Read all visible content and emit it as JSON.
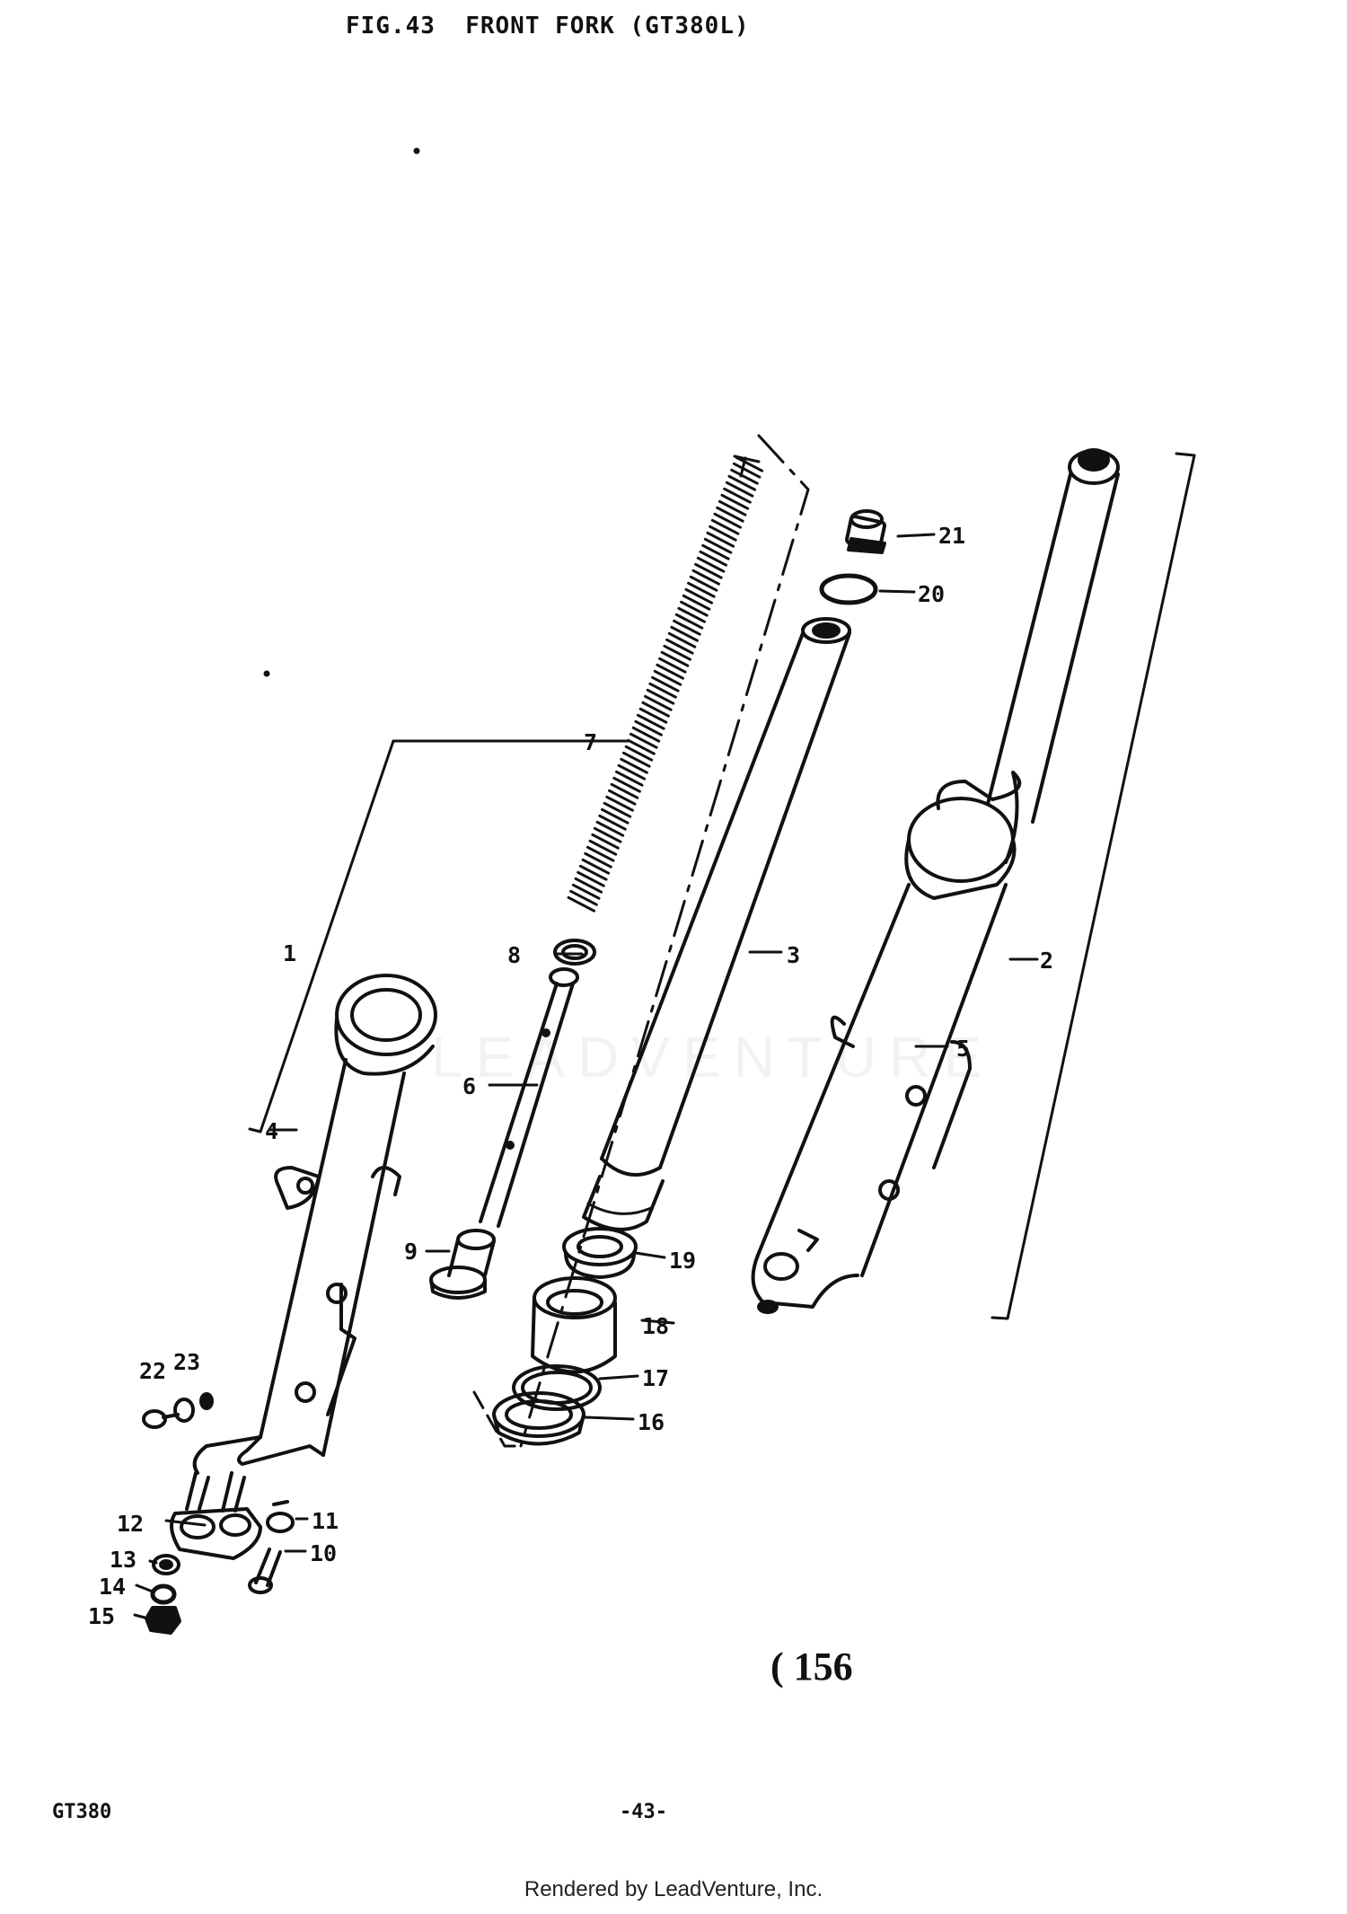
{
  "header": {
    "title": "FIG.43  FRONT FORK (GT380L)"
  },
  "footer": {
    "model": "GT380",
    "page": "-43-",
    "stamp": "( 156",
    "rendered_by": "Rendered by LeadVenture, Inc."
  },
  "watermark": "LEADVENTURE",
  "callouts": [
    {
      "id": "1",
      "text": "1"
    },
    {
      "id": "2",
      "text": "2"
    },
    {
      "id": "3",
      "text": "3"
    },
    {
      "id": "4",
      "text": "4"
    },
    {
      "id": "5",
      "text": "5"
    },
    {
      "id": "6",
      "text": "6"
    },
    {
      "id": "7",
      "text": "7"
    },
    {
      "id": "8",
      "text": "8"
    },
    {
      "id": "9",
      "text": "9"
    },
    {
      "id": "10",
      "text": "10"
    },
    {
      "id": "11",
      "text": "11"
    },
    {
      "id": "12",
      "text": "12"
    },
    {
      "id": "13",
      "text": "13"
    },
    {
      "id": "14",
      "text": "14"
    },
    {
      "id": "15",
      "text": "15"
    },
    {
      "id": "16",
      "text": "16"
    },
    {
      "id": "17",
      "text": "17"
    },
    {
      "id": "18",
      "text": "18"
    },
    {
      "id": "19",
      "text": "19"
    },
    {
      "id": "20",
      "text": "20"
    },
    {
      "id": "21",
      "text": "21"
    },
    {
      "id": "22",
      "text": "22"
    },
    {
      "id": "23",
      "text": "23"
    }
  ],
  "colors": {
    "ink": "#111111",
    "background": "#ffffff"
  }
}
